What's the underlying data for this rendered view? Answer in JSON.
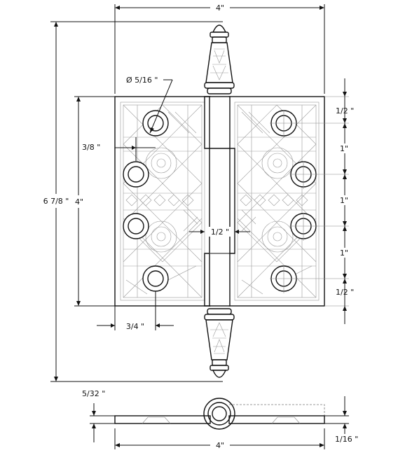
{
  "dimensions": {
    "top_width": "4\"",
    "hole_diameter": "Ø 5/16 \"",
    "overall_height": "6 7/8 \"",
    "leaf_height": "4\"",
    "hole_offset_x": "3/8 \"",
    "hole_spacing_a": "1/2 \"",
    "hole_spacing_b": "1\"",
    "hole_spacing_c": "1\"",
    "hole_spacing_d": "1\"",
    "hole_spacing_e": "1/2 \"",
    "knuckle_gap": "1/2 \"",
    "hole_inset": "3/4 \"",
    "thickness": "5/32 \"",
    "bottom_width": "4\"",
    "leaf_thickness": "1/16 \""
  },
  "colors": {
    "line": "#111111",
    "ornament": "#9a9a9a",
    "background": "#ffffff"
  }
}
